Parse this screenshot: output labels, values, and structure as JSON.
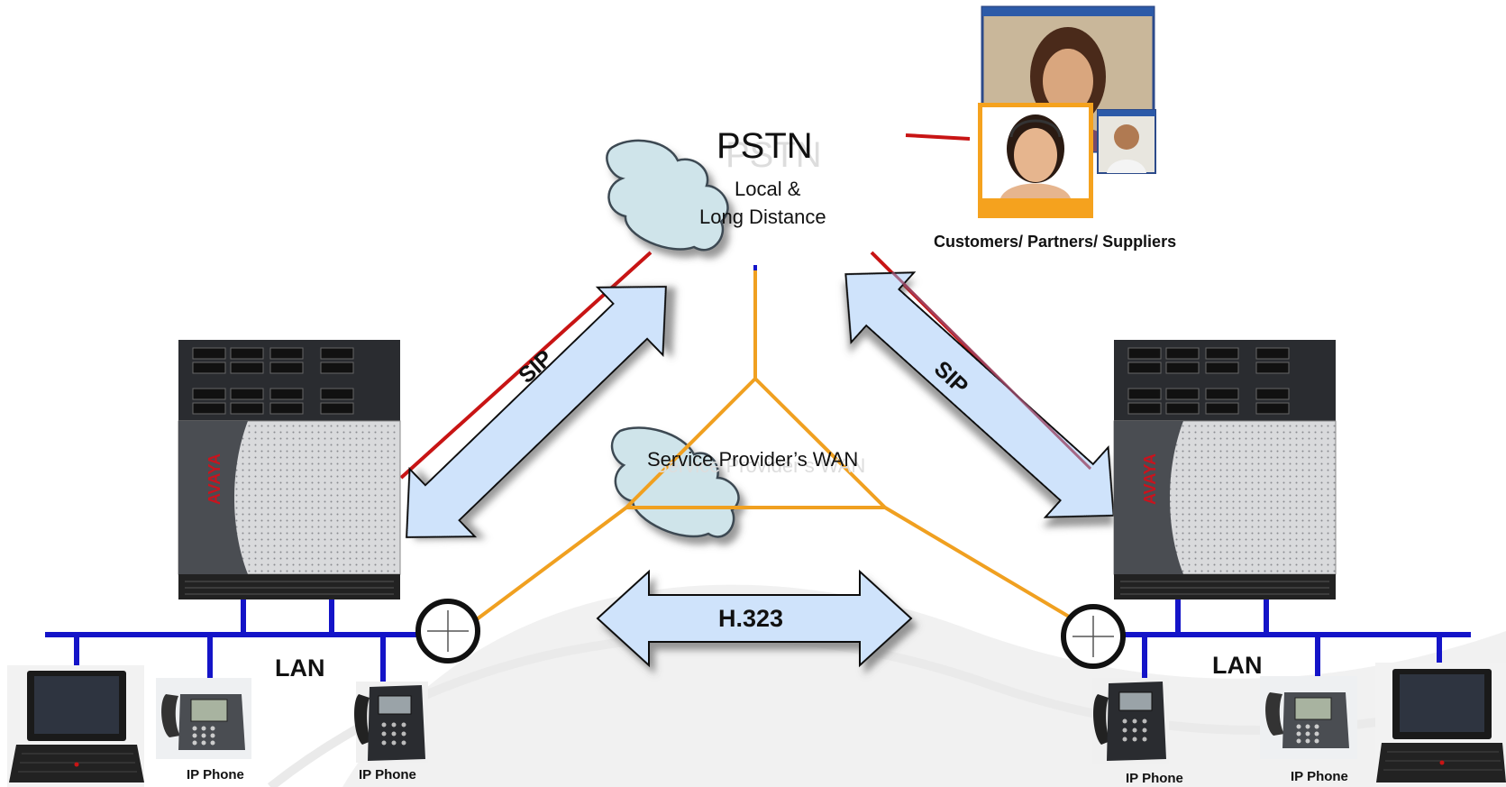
{
  "labels": {
    "pstn_title": "PSTN",
    "pstn_sub1": "Local &",
    "pstn_sub2": "Long Distance",
    "wan": "Service Provider’s WAN",
    "customers": "Customers/ Partners/ Suppliers",
    "lan_left": "LAN",
    "lan_right": "LAN",
    "h323": "H.323",
    "sip_left": "SIP",
    "sip_right": "SIP",
    "ip_phone_1": "IP Phone",
    "ip_phone_2": "IP Phone",
    "ip_phone_3": "IP Phone",
    "ip_phone_4": "IP Phone",
    "brand_left": "AVAYA",
    "brand_right": "AVAYA"
  },
  "colors": {
    "lan": "#1414c8",
    "wan_link": "#f0a020",
    "pstn_link": "#c81414",
    "arrow_fill": "#cfe3fb",
    "cloud": "#cfe4ea",
    "server_face": "#dfe0e2",
    "brand_red": "#c8141e"
  }
}
